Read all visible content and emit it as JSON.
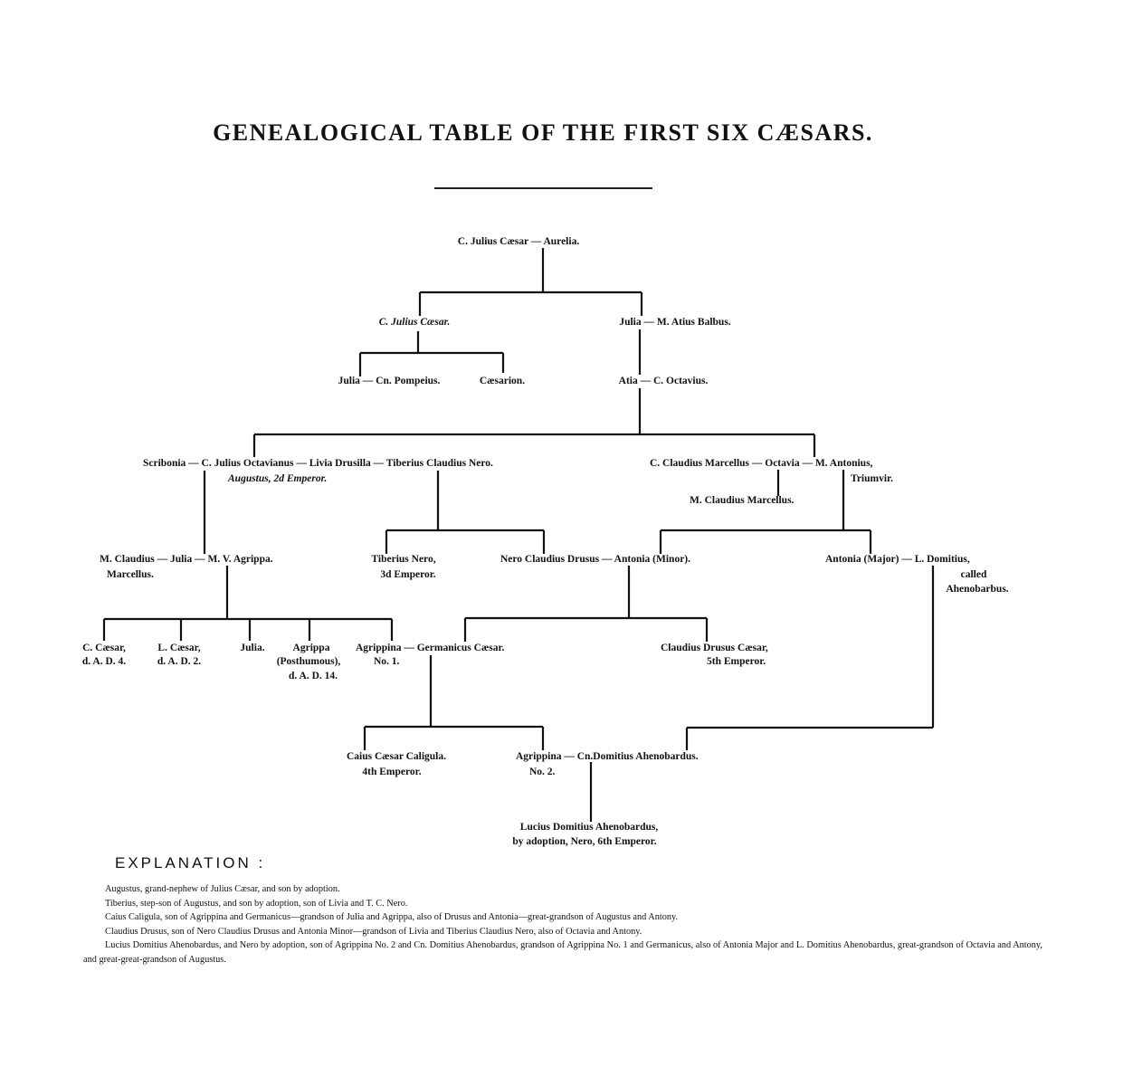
{
  "title": "GENEALOGICAL TABLE OF THE FIRST SIX CÆSARS.",
  "nodes": {
    "caesar_aurelia": "C. Julius Cæsar — Aurelia.",
    "c_julius_caesar": "C. Julius Cæsar.",
    "julia_balbus": "Julia — M. Atius Balbus.",
    "julia_pompeius": "Julia — Cn. Pompeius.",
    "caesarion": "Cæsarion.",
    "atia_octavius": "Atia — C. Octavius.",
    "scribonia_octavianus": "Scribonia — C. Julius Octavianus — Livia Drusilla — Tiberius Claudius Nero.",
    "augustus_line": "Augustus, 2d Emperor.",
    "marcellus_octavia_antonius": "C. Claudius Marcellus — Octavia — M. Antonius,",
    "triumvir": "Triumvir.",
    "m_claudius_marcellus": "M. Claudius Marcellus.",
    "marcellus_julia_agrippa": "M. Claudius — Julia — M. V. Agrippa.",
    "marcellus_line2": "Marcellus.",
    "tiberius_nero": "Tiberius Nero,",
    "tiberius_line2": "3d Emperor.",
    "drusus_antonia": "Nero Claudius Drusus — Antonia (Minor).",
    "antonia_domitius": "Antonia (Major) — L. Domitius,",
    "domitius_line2": "called",
    "domitius_line3": "Ahenobarbus.",
    "c_caesar": "C. Cæsar,",
    "c_caesar_d": "d. A. D. 4.",
    "l_caesar": "L. Cæsar,",
    "l_caesar_d": "d. A. D. 2.",
    "julia": "Julia.",
    "agrippa_p": "Agrippa",
    "agrippa_p2": "(Posthumous),",
    "agrippa_p3": "d. A. D. 14.",
    "agrippina_germanicus": "Agrippina — Germanicus Cæsar.",
    "agrippina_no1": "No. 1.",
    "claudius": "Claudius Drusus Cæsar,",
    "claudius_line2": "5th Emperor.",
    "caligula": "Caius Cæsar Caligula.",
    "caligula_line2": "4th Emperor.",
    "agrippina2": "Agrippina — Cn.Domitius Ahenobardus.",
    "agrippina_no2": "No. 2.",
    "nero": "Lucius Domitius Ahenobardus,",
    "nero_line2": "by adoption, Nero, 6th Emperor."
  },
  "explanation": {
    "heading": "EXPLANATION :",
    "lines": [
      "Augustus, grand-nephew of Julius Cæsar, and son by adoption.",
      "Tiberius, step-son of Augustus, and son by adoption, son of Livia and T. C. Nero.",
      "Caius Caligula, son of Agrippina and Germanicus—grandson of Julia and Agrippa, also of Drusus and Antonia—great-grandson of Augustus and Antony.",
      "Claudius Drusus, son of Nero Claudius Drusus and Antonia Minor—grandson of Livia and Tiberius Claudius Nero, also of Octavia and Antony.",
      "Lucius Domitius Ahenobardus, and Nero by adoption, son of Agrippina No. 2 and Cn. Domitius Ahenobardus, grandson of Agrippina No. 1 and Germanicus, also of Antonia Major and L. Domitius Ahenobardus, great-grandson of Octavia and Antony, and great-great-grandson of Augustus."
    ]
  }
}
